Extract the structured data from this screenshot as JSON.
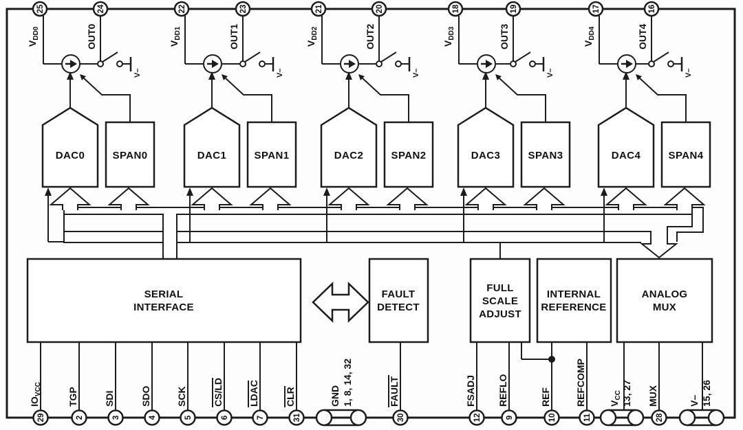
{
  "diagram_title": "5-channel DAC functional block diagram",
  "channels": [
    {
      "vdd_pin": "25",
      "out_pin": "24",
      "vdd_base": "V",
      "vdd_sub": "DD0",
      "out_label": "OUT0",
      "dac_label": "DAC0",
      "span_label": "SPAN0",
      "switch_label": "V–"
    },
    {
      "vdd_pin": "22",
      "out_pin": "23",
      "vdd_base": "V",
      "vdd_sub": "DD1",
      "out_label": "OUT1",
      "dac_label": "DAC1",
      "span_label": "SPAN1",
      "switch_label": "V–"
    },
    {
      "vdd_pin": "21",
      "out_pin": "20",
      "vdd_base": "V",
      "vdd_sub": "DD2",
      "out_label": "OUT2",
      "dac_label": "DAC2",
      "span_label": "SPAN2",
      "switch_label": "V–"
    },
    {
      "vdd_pin": "18",
      "out_pin": "19",
      "vdd_base": "V",
      "vdd_sub": "DD3",
      "out_label": "OUT3",
      "dac_label": "DAC3",
      "span_label": "SPAN3",
      "switch_label": "V–"
    },
    {
      "vdd_pin": "17",
      "out_pin": "16",
      "vdd_base": "V",
      "vdd_sub": "DD4",
      "out_label": "OUT4",
      "dac_label": "DAC4",
      "span_label": "SPAN4",
      "switch_label": "V–"
    }
  ],
  "blocks": {
    "serial": [
      "SERIAL",
      "INTERFACE"
    ],
    "fault": [
      "FAULT",
      "DETECT"
    ],
    "fsa": [
      "FULL",
      "SCALE",
      "ADJUST"
    ],
    "intref": [
      "INTERNAL",
      "REFERENCE"
    ],
    "amux": [
      "ANALOG",
      "MUX"
    ]
  },
  "pins_bottom": {
    "iovcc": {
      "num": "29",
      "base": "IO",
      "sub": "VCC"
    },
    "tgp": {
      "num": "2",
      "label": "TGP"
    },
    "sdi": {
      "num": "3",
      "label": "SDI"
    },
    "sdo": {
      "num": "4",
      "label": "SDO"
    },
    "sck": {
      "num": "5",
      "label": "SCK"
    },
    "csld": {
      "num": "6",
      "label": "CS/LD"
    },
    "ldac": {
      "num": "7",
      "label": "LDAC"
    },
    "clr": {
      "num": "31",
      "label": "CLR"
    },
    "gnd": {
      "label": "GND",
      "pins": "1, 8, 14, 32"
    },
    "fault": {
      "num": "30",
      "label": "FAULT"
    },
    "fsadj": {
      "num": "12",
      "label": "FSADJ"
    },
    "reflo": {
      "num": "9",
      "label": "REFLO"
    },
    "ref": {
      "num": "10",
      "label": "REF"
    },
    "refcomp": {
      "num": "11",
      "label": "REFCOMP"
    },
    "vcc": {
      "base": "V",
      "sub": "CC",
      "pins": "13, 27"
    },
    "mux": {
      "num": "28",
      "label": "MUX"
    },
    "vminus": {
      "label": "V–",
      "pins": "15, 26"
    }
  },
  "colors": {
    "line": "#1c1c1c",
    "background": "#ffffff",
    "text": "#111111"
  }
}
